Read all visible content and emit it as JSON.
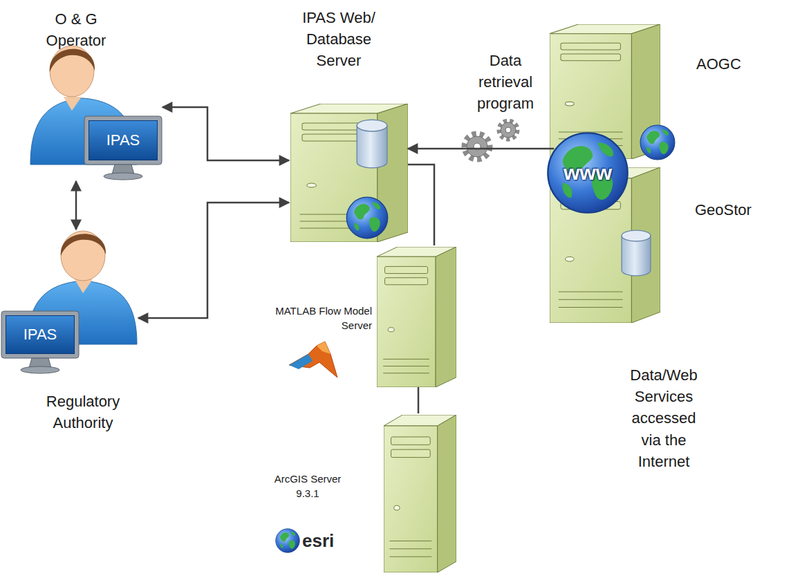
{
  "diagram": {
    "nodes": [
      {
        "text": [
          "O & G Operator"
        ]
      },
      {
        "text": [
          "IPAS"
        ],
        "in": 0
      },
      {
        "text": [
          "Regulatory Authority"
        ]
      },
      {
        "text": [
          "IPAS"
        ],
        "in": 2
      },
      {
        "text": [
          "IPAS Web/ Database Server"
        ]
      },
      {
        "text": [
          "AOGC"
        ]
      },
      {
        "text": [
          "www"
        ]
      },
      {
        "text": [
          "GeoStor"
        ]
      },
      {
        "text": [
          "MATLAB Flow Model Server"
        ]
      },
      {
        "text": [
          "ArcGIS Server 9.3.1"
        ]
      }
    ],
    "edges": [
      {
        "from": 0,
        "to": 2,
        "arrow": "both"
      },
      {
        "from": 0,
        "to": 4,
        "arrow": "both"
      },
      {
        "from": 2,
        "to": 4,
        "arrow": "both"
      },
      {
        "from": 6,
        "to": 4,
        "arrow": "to"
      },
      {
        "from": 4,
        "to": 8,
        "arrow": "none"
      },
      {
        "from": 8,
        "to": 9,
        "arrow": "none"
      }
    ],
    "labels": [
      "Data retrieval program",
      "Data/Web Services accessed via the Internet",
      "esri"
    ]
  }
}
